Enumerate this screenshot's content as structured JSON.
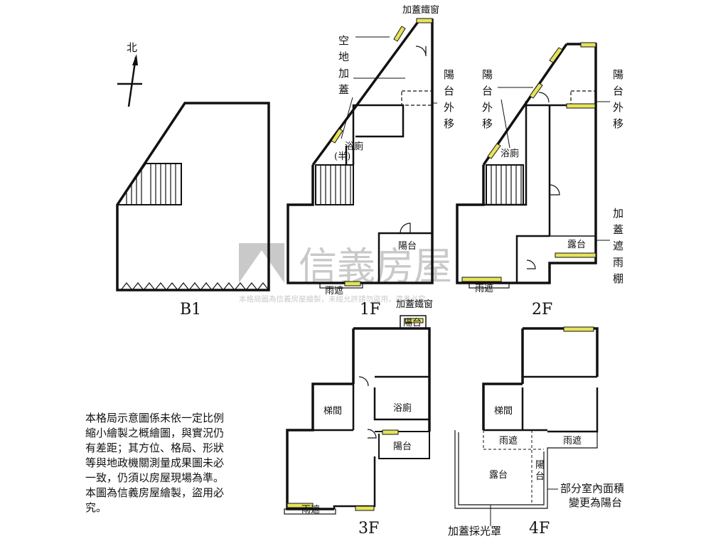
{
  "compass": {
    "north": "北"
  },
  "floors": {
    "b1": "B1",
    "f1": "1F",
    "f2": "2F",
    "f3": "3F",
    "f4": "4F"
  },
  "f1": {
    "annot_top": "加蓋鐵窗",
    "annot_left": [
      "空",
      "地",
      "加",
      "蓋"
    ],
    "annot_right": [
      "陽",
      "台",
      "外",
      "移"
    ],
    "bath": "浴廁",
    "bath_half": "(半)",
    "balcony": "陽台",
    "canopy": "雨遮"
  },
  "f2": {
    "annot_left": [
      "陽",
      "台",
      "外",
      "移"
    ],
    "annot_right": [
      "陽",
      "台",
      "外",
      "移"
    ],
    "annot_far_right": [
      "加",
      "蓋",
      "遮",
      "雨",
      "棚"
    ],
    "bath": "浴廁",
    "terrace": "露台",
    "canopy": "雨遮"
  },
  "f3": {
    "annot_top": "加蓋鐵窗",
    "balcony_top": "陽台",
    "stairs": "梯間",
    "bath": "浴廁",
    "balcony": "陽台",
    "canopy": "雨遮"
  },
  "f4": {
    "stairs": "梯間",
    "canopy1": "雨遮",
    "canopy2": "雨遮",
    "terrace": "露台",
    "balcony": "陽台",
    "annot_right1": "部分室內面積",
    "annot_right2": "變更為陽台",
    "annot_bottom": "加蓋採光罩"
  },
  "watermark": {
    "brand": "信義房屋",
    "subtitle": "本格局圖為信義房屋繪製，未經允許請勿盜用，違者必究"
  },
  "disclaimer": "本格局示意圖係未依一定比例\n縮小繪製之概繪圖，與實況仍\n有差距；其方位、格局、形狀\n等與地政機關測量成果圖未必\n一致，仍須以房屋現場為準。\n本圖為信義房屋繪製，盜用必\n究。",
  "colors": {
    "wall": "#111111",
    "window": "#e6e35a",
    "watermark": "#8a8a8a"
  }
}
